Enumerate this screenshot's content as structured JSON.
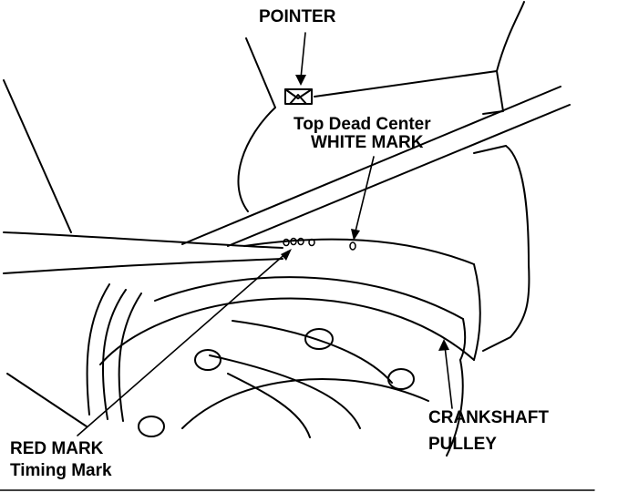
{
  "labels": {
    "pointer": "POINTER",
    "top_dead_center": "Top Dead Center",
    "white_mark": "WHITE MARK",
    "crankshaft": "CRANKSHAFT",
    "pulley": "PULLEY",
    "red_mark": "RED MARK",
    "timing_mark": "Timing Mark"
  },
  "colors": {
    "line": "#000000",
    "background": "#ffffff"
  }
}
